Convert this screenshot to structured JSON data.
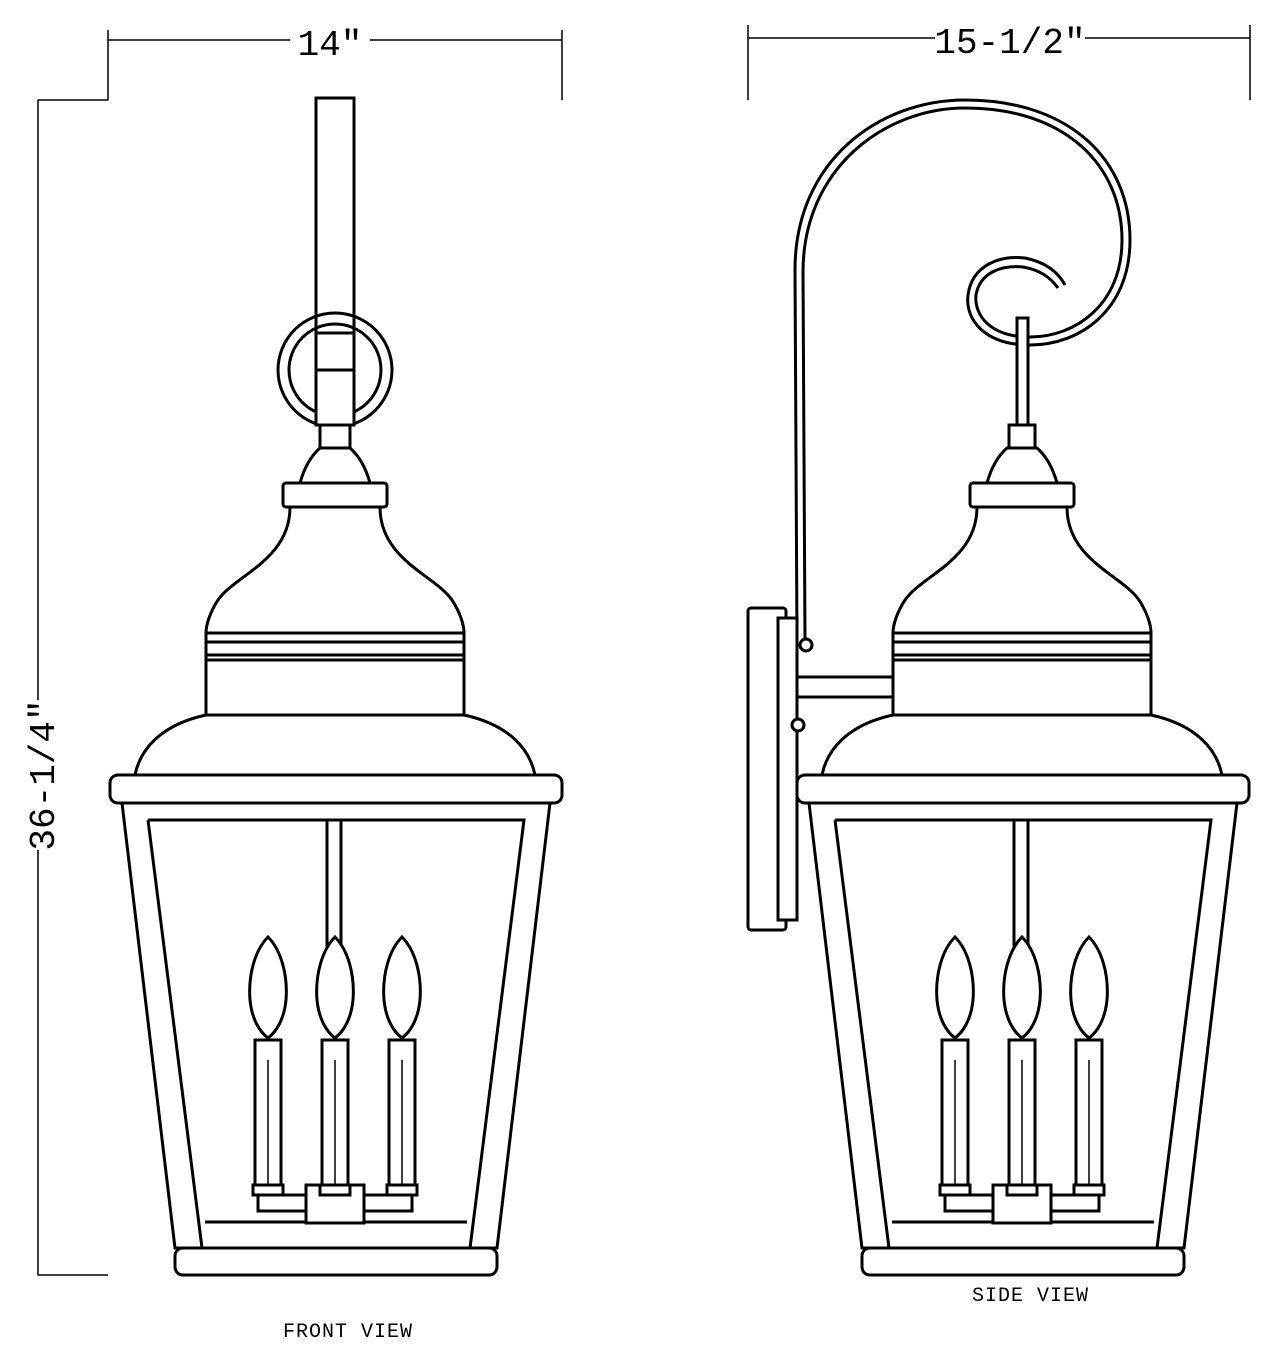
{
  "dimensions": {
    "front_width": "14″",
    "side_depth": "15-1/2″",
    "height": "36-1/4″"
  },
  "views": {
    "front_label": "FRONT VIEW",
    "side_label": "SIDE VIEW"
  },
  "colors": {
    "line": "#000000",
    "background": "#ffffff"
  }
}
